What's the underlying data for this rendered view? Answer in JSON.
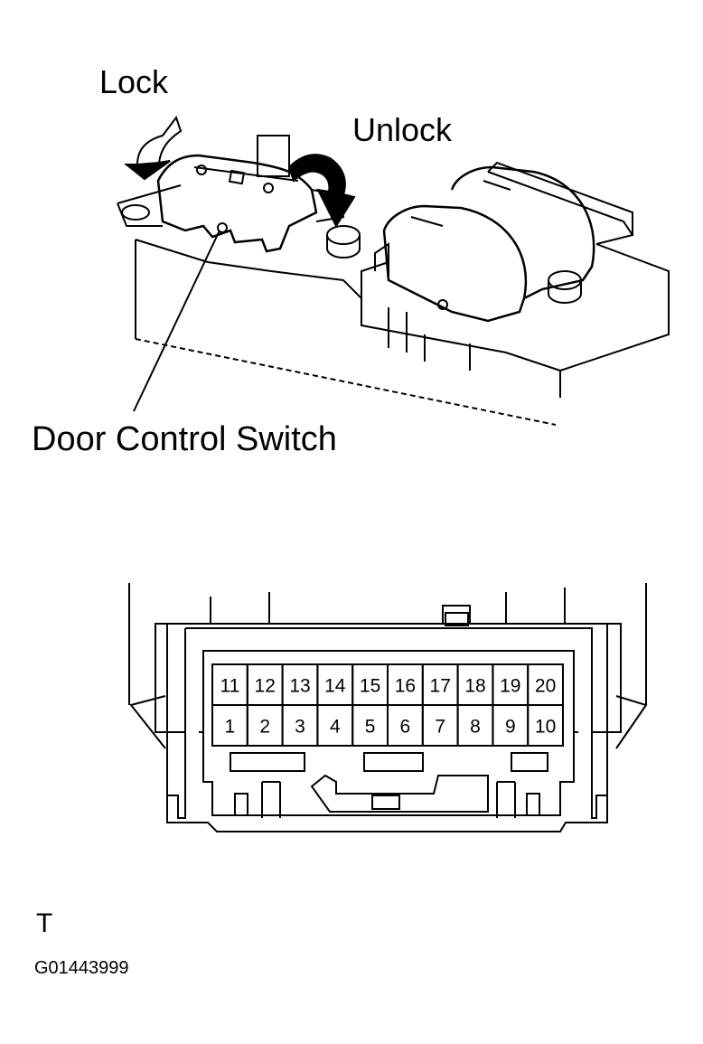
{
  "labels": {
    "lock": "Lock",
    "unlock": "Unlock",
    "part_name": "Door Control Switch",
    "connector_side": "T",
    "figure_code": "G01443999"
  },
  "connector": {
    "pins_top_row": [
      "11",
      "12",
      "13",
      "14",
      "15",
      "16",
      "17",
      "18",
      "19",
      "20"
    ],
    "pins_bottom_row": [
      "1",
      "2",
      "3",
      "4",
      "5",
      "6",
      "7",
      "8",
      "9",
      "10"
    ]
  },
  "colors": {
    "line": "#000000",
    "background": "#ffffff"
  }
}
